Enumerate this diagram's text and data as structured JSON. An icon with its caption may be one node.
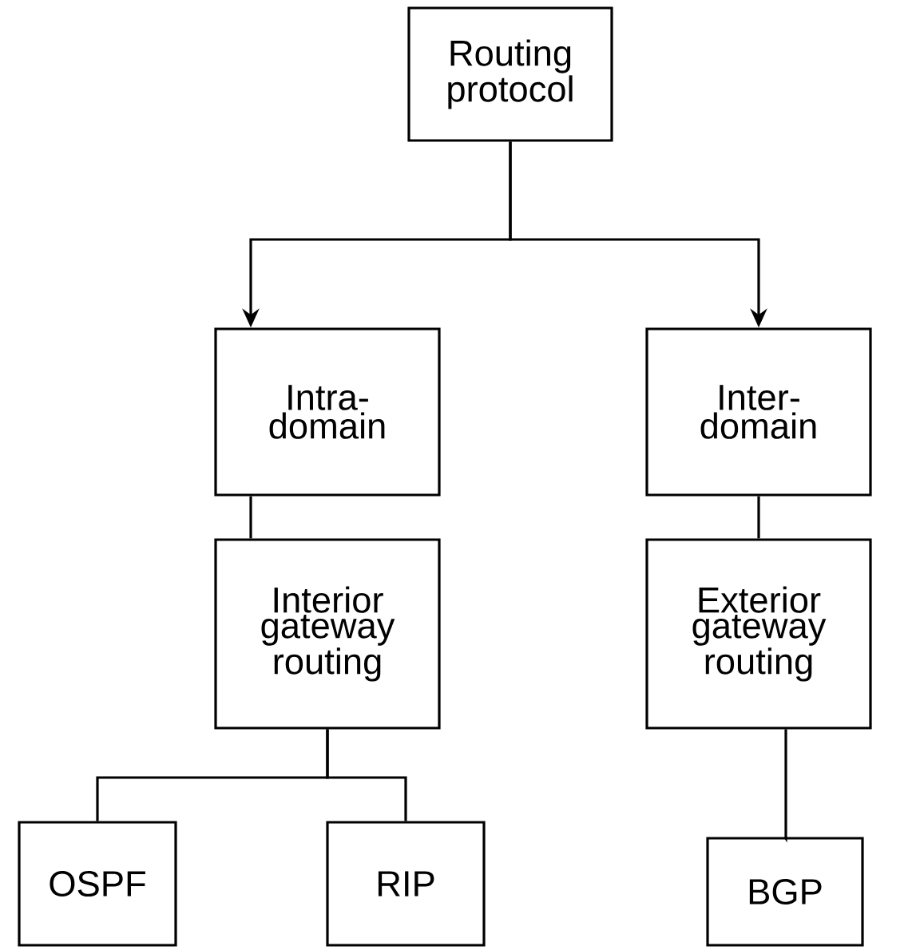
{
  "diagram": {
    "nodes": [
      {
        "text": [
          "Routing protocol"
        ]
      },
      {
        "text": [
          "Intra- domain"
        ]
      },
      {
        "text": [
          "Inter- domain"
        ]
      },
      {
        "text": [
          "Interior gateway routing"
        ]
      },
      {
        "text": [
          "Exterior gateway routing"
        ]
      },
      {
        "text": [
          "OSPF"
        ]
      },
      {
        "text": [
          "RIP"
        ]
      },
      {
        "text": [
          "BGP"
        ]
      }
    ],
    "edges": [
      {
        "from": 0,
        "to": 1,
        "arrow": "to"
      },
      {
        "from": 0,
        "to": 2,
        "arrow": "to"
      },
      {
        "from": 1,
        "to": 3,
        "arrow": "none"
      },
      {
        "from": 2,
        "to": 4,
        "arrow": "none"
      },
      {
        "from": 3,
        "to": 5,
        "arrow": "none"
      },
      {
        "from": 3,
        "to": 6,
        "arrow": "none"
      },
      {
        "from": 4,
        "to": 7,
        "arrow": "none"
      }
    ]
  }
}
